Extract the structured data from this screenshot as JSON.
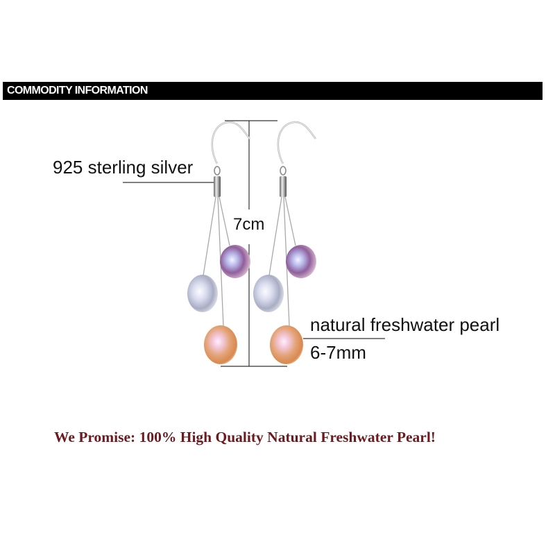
{
  "header": {
    "title": "COMMODITY INFORMATION",
    "bar_color": "#000000",
    "text_color": "#ffffff"
  },
  "product": {
    "type": "pearl drop earrings",
    "annotations": {
      "material": "925 sterling silver",
      "length": "7cm",
      "pearl_type": "natural freshwater pearl",
      "pearl_size": "6-7mm"
    },
    "pearl_colors": [
      "purple",
      "white",
      "peach"
    ]
  },
  "tagline": {
    "text": "We Promise: 100% High Quality Natural Freshwater Pearl!",
    "color": "#6b1a1f"
  }
}
